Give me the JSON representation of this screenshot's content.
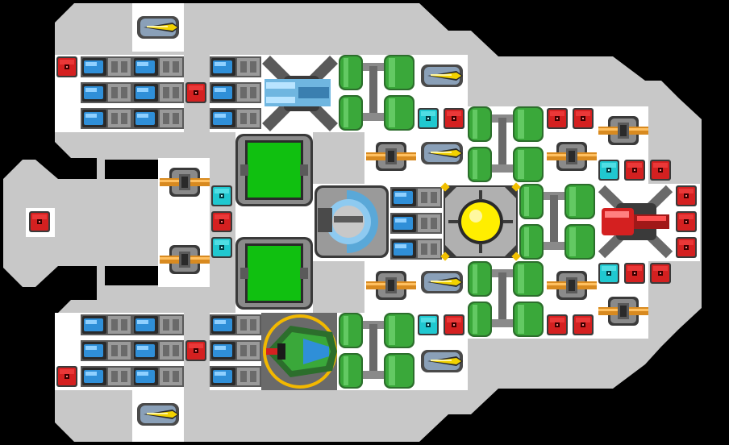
{
  "game": {
    "view": "ship-builder-grid",
    "palette": {
      "background": "#000000",
      "hull": "#c8c8c8",
      "tile_bg": "#ffffff",
      "armor_red": "#d42020",
      "armor_cyan": "#20c8d0",
      "thruster_blue": "#2f8fd8",
      "fuel_green": "#3aa83a",
      "reactor_yellow": "#ffee00",
      "cannon_orange": "#d88a20",
      "laser_yellow": "#f2d200",
      "cargo_green": "#10c010"
    },
    "modules": [
      {
        "kind": "laser-turret"
      },
      {
        "kind": "armor-red"
      },
      {
        "kind": "armor-cyan"
      },
      {
        "kind": "thruster"
      },
      {
        "kind": "fuel-tank"
      },
      {
        "kind": "cannon-turret"
      },
      {
        "kind": "reactor-core"
      },
      {
        "kind": "cargo-bay"
      },
      {
        "kind": "shield-generator"
      },
      {
        "kind": "plasma-cannon"
      },
      {
        "kind": "railgun"
      },
      {
        "kind": "cockpit"
      }
    ]
  }
}
